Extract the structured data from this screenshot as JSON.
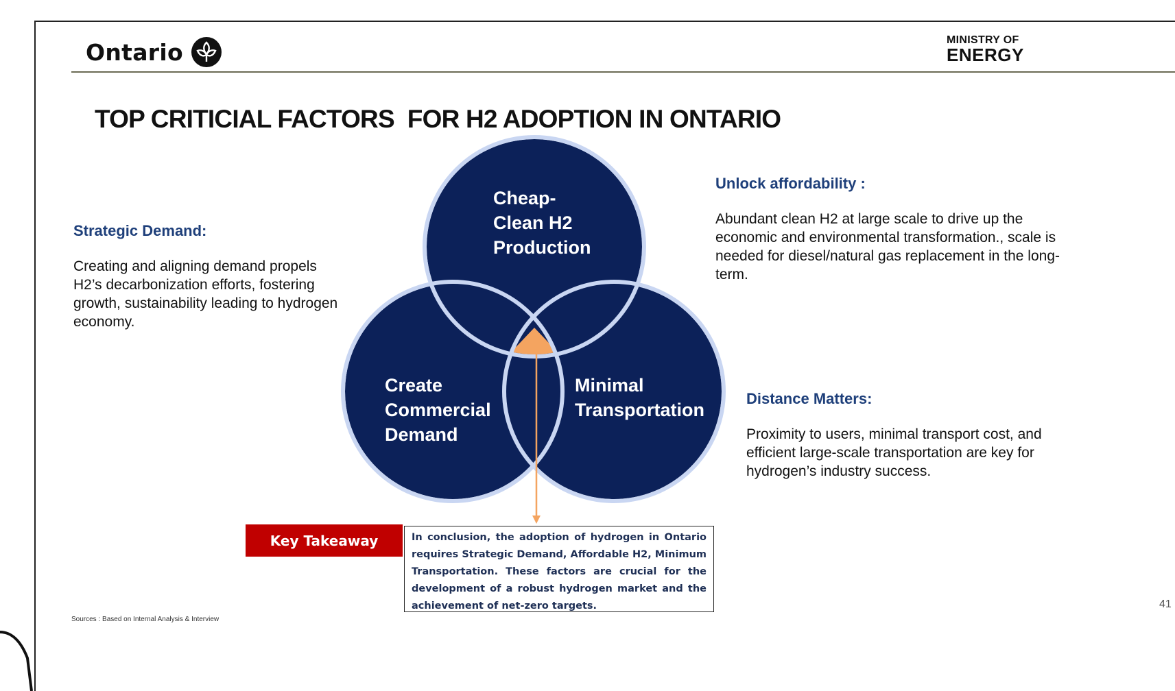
{
  "header": {
    "logo_text": "Ontario",
    "ministry_line1": "MINISTRY OF",
    "ministry_line2": "ENERGY"
  },
  "title": "TOP CRITICIAL FACTORS  FOR H2 ADOPTION IN ONTARIO",
  "left_panel": {
    "heading": "Strategic Demand:",
    "body": "Creating and aligning demand propels H2’s decarbonization efforts, fostering growth, sustainability leading to hydrogen economy."
  },
  "right_top_panel": {
    "heading": "Unlock affordability :",
    "body": "Abundant clean H2 at large scale to drive up the economic and environmental transformation., scale is needed for diesel/natural gas replacement in the long-term."
  },
  "right_bottom_panel": {
    "heading": "Distance Matters:",
    "body": "Proximity to users, minimal transport cost, and efficient large-scale transportation are key for hydrogen’s industry success."
  },
  "venn": {
    "circle_top_lines": [
      "Cheap-",
      "Clean H2",
      "Production"
    ],
    "circle_left_lines": [
      "Create",
      "Commercial",
      "Demand"
    ],
    "circle_right_lines": [
      "Minimal",
      "Transportation"
    ],
    "circle_fill": "#0c2159",
    "ring_color": "#c9d6f2",
    "highlight_color": "#f4a460"
  },
  "takeaway": {
    "label": "Key Takeaway",
    "text": "In conclusion, the adoption of hydrogen in Ontario requires Strategic Demand, Affordable H2, Minimum Transportation. These factors are crucial for the development of a robust hydrogen market and the achievement of net-zero targets."
  },
  "sources": "Sources : Based on Internal Analysis & Interview",
  "page_number": "41"
}
